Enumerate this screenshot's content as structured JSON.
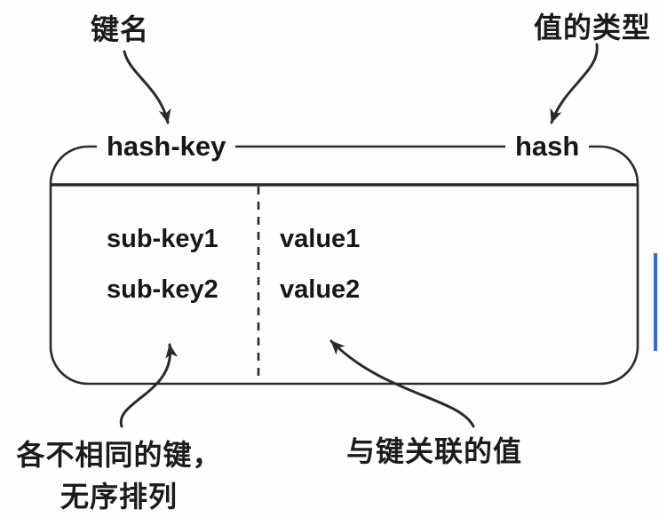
{
  "diagram": {
    "annotations": {
      "key_name": "键名",
      "value_type": "值的类型",
      "distinct_keys_line1": "各不相同的键，",
      "distinct_keys_line2": "无序排列",
      "associated_values": "与键关联的值"
    },
    "box": {
      "key_label": "hash-key",
      "type_label": "hash",
      "rows": [
        {
          "field": "sub-key1",
          "value": "value1"
        },
        {
          "field": "sub-key2",
          "value": "value2"
        }
      ]
    },
    "colors": {
      "line": "#2a2a2a",
      "text": "#1b1b1b",
      "accent_bar": "#2b6fd3",
      "background": "#fefefe"
    }
  }
}
